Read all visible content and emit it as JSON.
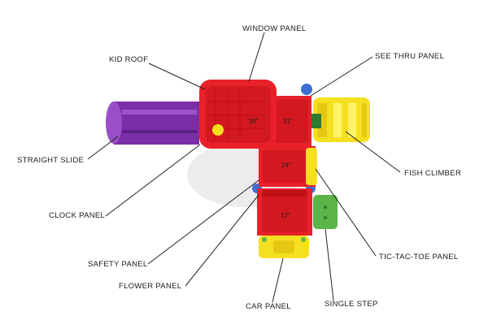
{
  "labels": {
    "window_panel": "WINDOW PANEL",
    "kid_roof": "KID ROOF",
    "see_thru_panel": "SEE THRU PANEL",
    "straight_slide": "STRAIGHT SLIDE",
    "fish_climber": "FISH CLIMBER",
    "clock_panel": "CLOCK PANEL",
    "tic_tac_toe_panel": "TIC-TAC-TOE PANEL",
    "safety_panel": "SAFETY PANEL",
    "flower_panel": "FLOWER PANEL",
    "car_panel": "CAR PANEL",
    "single_step": "SINGLE STEP"
  },
  "deck_heights": {
    "roof_deck": "39\"",
    "upper_deck": "31\"",
    "middle_deck": "24\"",
    "lower_deck": "17\""
  },
  "colors": {
    "red": "#e8202a",
    "yellow": "#f5e020",
    "purple": "#7a2fa8",
    "green": "#5bb548",
    "blue": "#3b6fd4"
  }
}
